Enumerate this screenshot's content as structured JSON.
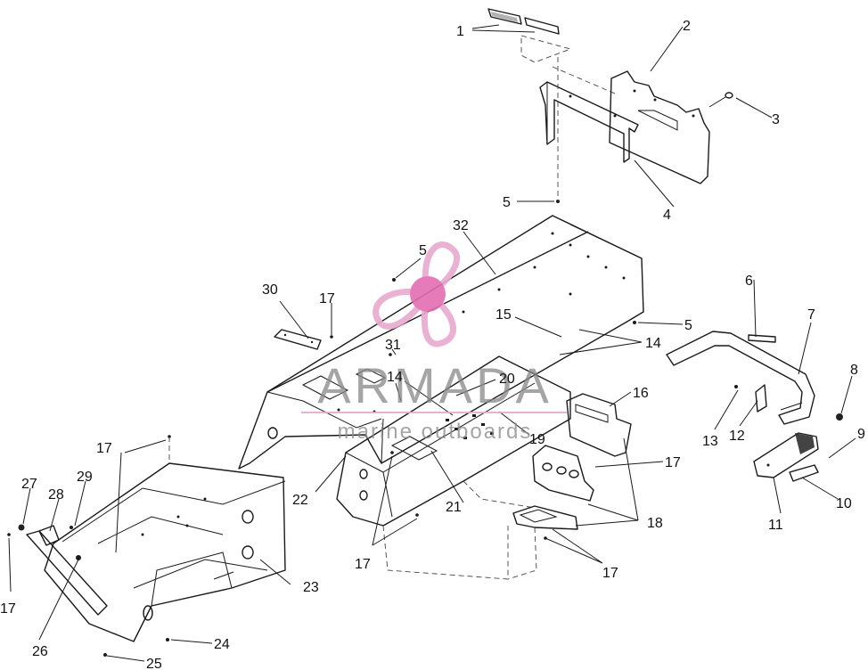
{
  "watermark": {
    "brand": "ARMADA",
    "tagline": "marine outboards",
    "logo_icon": "propeller-icon",
    "logo_color": "#e8a9cf",
    "logo_center_color": "#e36db2"
  },
  "callouts": [
    {
      "id": "c1",
      "text": "1"
    },
    {
      "id": "c2",
      "text": "2"
    },
    {
      "id": "c3",
      "text": "3"
    },
    {
      "id": "c4",
      "text": "4"
    },
    {
      "id": "c5a",
      "text": "5"
    },
    {
      "id": "c5b",
      "text": "5"
    },
    {
      "id": "c5c",
      "text": "5"
    },
    {
      "id": "c6",
      "text": "6"
    },
    {
      "id": "c7",
      "text": "7"
    },
    {
      "id": "c8",
      "text": "8"
    },
    {
      "id": "c9",
      "text": "9"
    },
    {
      "id": "c10",
      "text": "10"
    },
    {
      "id": "c11",
      "text": "11"
    },
    {
      "id": "c12",
      "text": "12"
    },
    {
      "id": "c13",
      "text": "13"
    },
    {
      "id": "c14a",
      "text": "14"
    },
    {
      "id": "c14b",
      "text": "14"
    },
    {
      "id": "c15",
      "text": "15"
    },
    {
      "id": "c16",
      "text": "16"
    },
    {
      "id": "c17a",
      "text": "17"
    },
    {
      "id": "c17b",
      "text": "17"
    },
    {
      "id": "c17c",
      "text": "17"
    },
    {
      "id": "c17d",
      "text": "17"
    },
    {
      "id": "c17e",
      "text": "17"
    },
    {
      "id": "c17f",
      "text": "17"
    },
    {
      "id": "c18",
      "text": "18"
    },
    {
      "id": "c19",
      "text": "19"
    },
    {
      "id": "c20",
      "text": "20"
    },
    {
      "id": "c21",
      "text": "21"
    },
    {
      "id": "c22",
      "text": "22"
    },
    {
      "id": "c23",
      "text": "23"
    },
    {
      "id": "c24",
      "text": "24"
    },
    {
      "id": "c25",
      "text": "25"
    },
    {
      "id": "c26",
      "text": "26"
    },
    {
      "id": "c27",
      "text": "27"
    },
    {
      "id": "c28",
      "text": "28"
    },
    {
      "id": "c29",
      "text": "29"
    },
    {
      "id": "c30",
      "text": "30"
    },
    {
      "id": "c31",
      "text": "31"
    },
    {
      "id": "c32",
      "text": "32"
    }
  ]
}
